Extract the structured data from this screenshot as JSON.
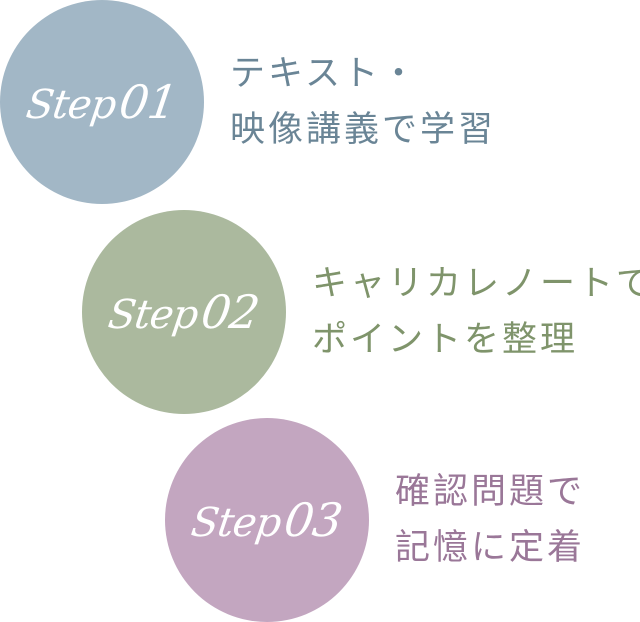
{
  "colors": {
    "step1": "#a2b7c6",
    "step2": "#abb99e",
    "step3": "#c3a6c0",
    "text1": "#6a8596",
    "text2": "#7f946b",
    "text3": "#9a7798"
  },
  "steps": [
    {
      "label": "Step",
      "number": "01",
      "line1": "テキスト・",
      "line2": "映像講義で学習"
    },
    {
      "label": "Step",
      "number": "02",
      "line1": "キャリカレノートで",
      "line2": "ポイントを整理"
    },
    {
      "label": "Step",
      "number": "03",
      "line1": "確認問題で",
      "line2": "記憶に定着"
    }
  ]
}
